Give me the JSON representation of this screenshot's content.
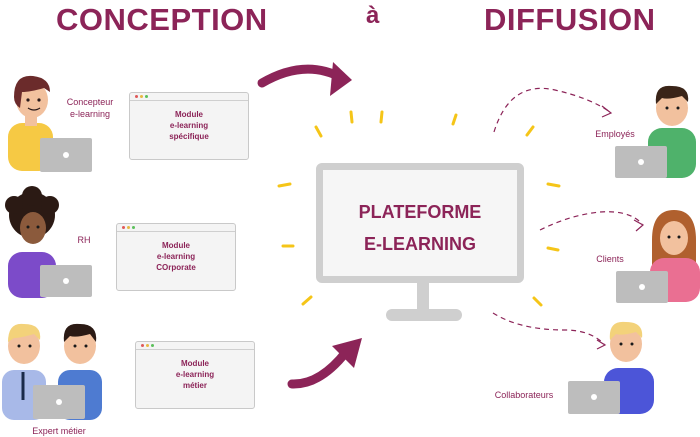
{
  "header": {
    "left": "CONCEPTION",
    "middle": "à",
    "right": "DIFFUSION"
  },
  "creators": [
    {
      "label_line1": "Concepteur",
      "label_line2": "e-learning",
      "module": [
        "Module",
        "e-learning",
        "spécifique"
      ]
    },
    {
      "label": "RH",
      "module": [
        "Module",
        "e-learning",
        "COrporate"
      ]
    },
    {
      "label": "Expert métier",
      "module": [
        "Module",
        "e-learning",
        "métier"
      ]
    }
  ],
  "platform": {
    "line1": "PLATEFORME",
    "line2": "E-LEARNING"
  },
  "audience": [
    {
      "label": "Employés"
    },
    {
      "label": "Clients"
    },
    {
      "label": "Collaborateurs"
    }
  ],
  "colors": {
    "accent": "#8c2458",
    "rays": "#f5c518",
    "screen_border": "#cfcfcf",
    "laptop": "#bdbdbd"
  }
}
